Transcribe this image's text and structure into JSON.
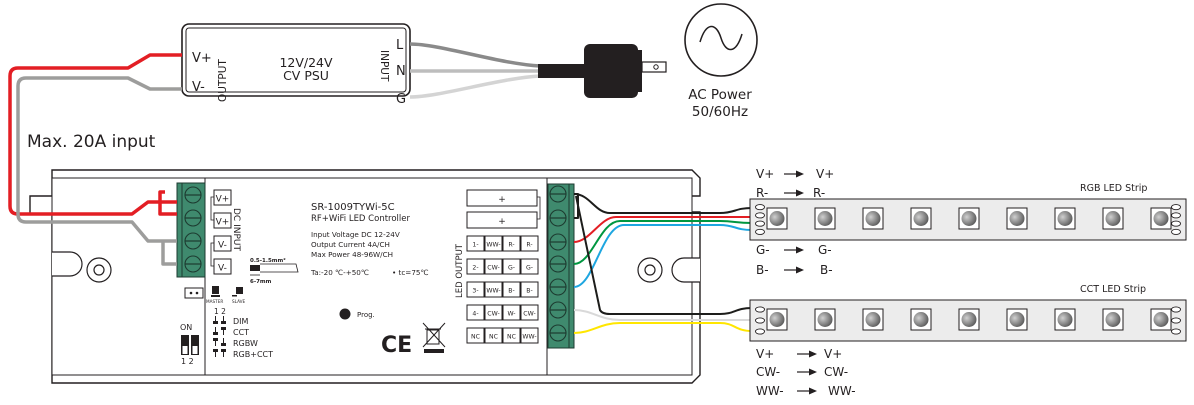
{
  "psu": {
    "title_line1": "12V/24V",
    "title_line2": "CV PSU",
    "output_label": "OUTPUT",
    "input_label": "INPUT",
    "terminals_out": [
      "V+",
      "V-"
    ],
    "terminals_in": [
      "L",
      "N",
      "G"
    ]
  },
  "ac_power": {
    "label_line1": "AC Power",
    "label_line2": "50/60Hz",
    "symbol": "sine-wave-icon"
  },
  "max_input_label": "Max. 20A input",
  "controller": {
    "model": "SR-1009TYWi-5C",
    "subtitle": "RF+WiFi LED Controller",
    "specs": [
      "Input Voltage DC 12-24V",
      "Output Current 4A/CH",
      "Max Power 48-96W/CH"
    ],
    "temperature": "Ta:-20 ℃-+50℃",
    "tc": "• tc=75℃",
    "dc_input_label": "DC INPUT",
    "dc_terminals": [
      "V+",
      "V+",
      "V-",
      "V-"
    ],
    "wire_spec_top": "0.5-1.5mm²",
    "wire_spec_bottom": "6-7mm",
    "master_label": "MASTER",
    "slave_label": "SLAVE",
    "switch_numbers": "1 2",
    "dip_on_label": "ON",
    "dip_numbers": "1 2",
    "modes": [
      "DIM",
      "CCT",
      "RGBW",
      "RGB+CCT"
    ],
    "prog_label": "Prog.",
    "ce_mark": "CE",
    "led_output_label": "LED OUTPUT",
    "plus_terminals": [
      "+",
      "+"
    ],
    "output_table": [
      [
        "1-",
        "WW-",
        "R-",
        "R-"
      ],
      [
        "2-",
        "CW-",
        "G-",
        "G-"
      ],
      [
        "3-",
        "WW-",
        "B-",
        "B-"
      ],
      [
        "4-",
        "CW-",
        "W-",
        "CW-"
      ],
      [
        "NC",
        "NC",
        "NC",
        "WW-"
      ]
    ]
  },
  "rgb_strip": {
    "label": "RGB LED Strip",
    "mapping": [
      {
        "from": "V+",
        "to": "V+"
      },
      {
        "from": "R-",
        "to": "R-"
      },
      {
        "from": "G-",
        "to": "G-"
      },
      {
        "from": "B-",
        "to": "B-"
      }
    ],
    "led_count": 9
  },
  "cct_strip": {
    "label": "CCT LED Strip",
    "mapping": [
      {
        "from": "V+",
        "to": "V+"
      },
      {
        "from": "CW-",
        "to": "CW-"
      },
      {
        "from": "WW-",
        "to": "WW-"
      }
    ],
    "led_count": 9
  },
  "colors": {
    "wire_red": "#e31e24",
    "wire_gray": "#9d9d9c",
    "wire_green": "#009640",
    "wire_blue": "#1ea6e0",
    "wire_yellow": "#ffe600",
    "wire_white": "#d9d9d9",
    "wire_black": "#1d1d1b",
    "terminal_green": "#3f8a6e",
    "strip_fill": "#ececec"
  }
}
